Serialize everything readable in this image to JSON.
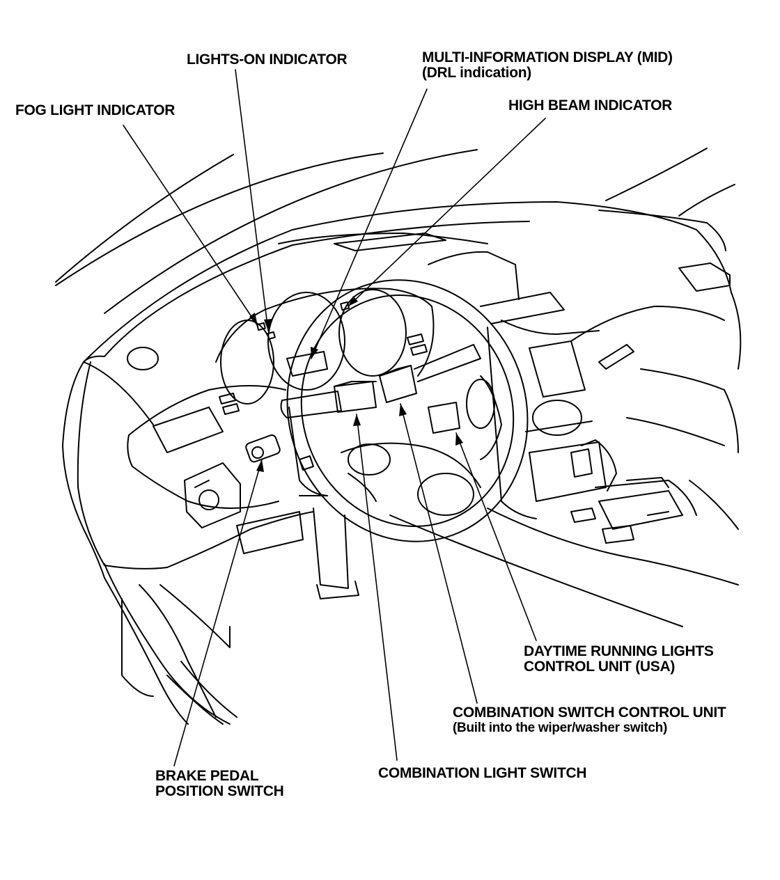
{
  "colors": {
    "line": "#000000",
    "background": "#ffffff"
  },
  "labels": {
    "lights_on": "LIGHTS-ON INDICATOR",
    "mid_line1": "MULTI-INFORMATION DISPLAY (MID)",
    "mid_line2": "(DRL indication)",
    "fog": "FOG LIGHT INDICATOR",
    "high_beam": "HIGH BEAM INDICATOR",
    "drl_line1": "DAYTIME RUNNING LIGHTS",
    "drl_line2": "CONTROL UNIT (USA)",
    "combo_ctrl_line1": "COMBINATION SWITCH CONTROL UNIT",
    "combo_ctrl_line2": "(Built into the wiper/washer switch)",
    "brake_line1": "BRAKE PEDAL",
    "brake_line2": "POSITION SWITCH",
    "combo_light": "COMBINATION LIGHT SWITCH"
  }
}
